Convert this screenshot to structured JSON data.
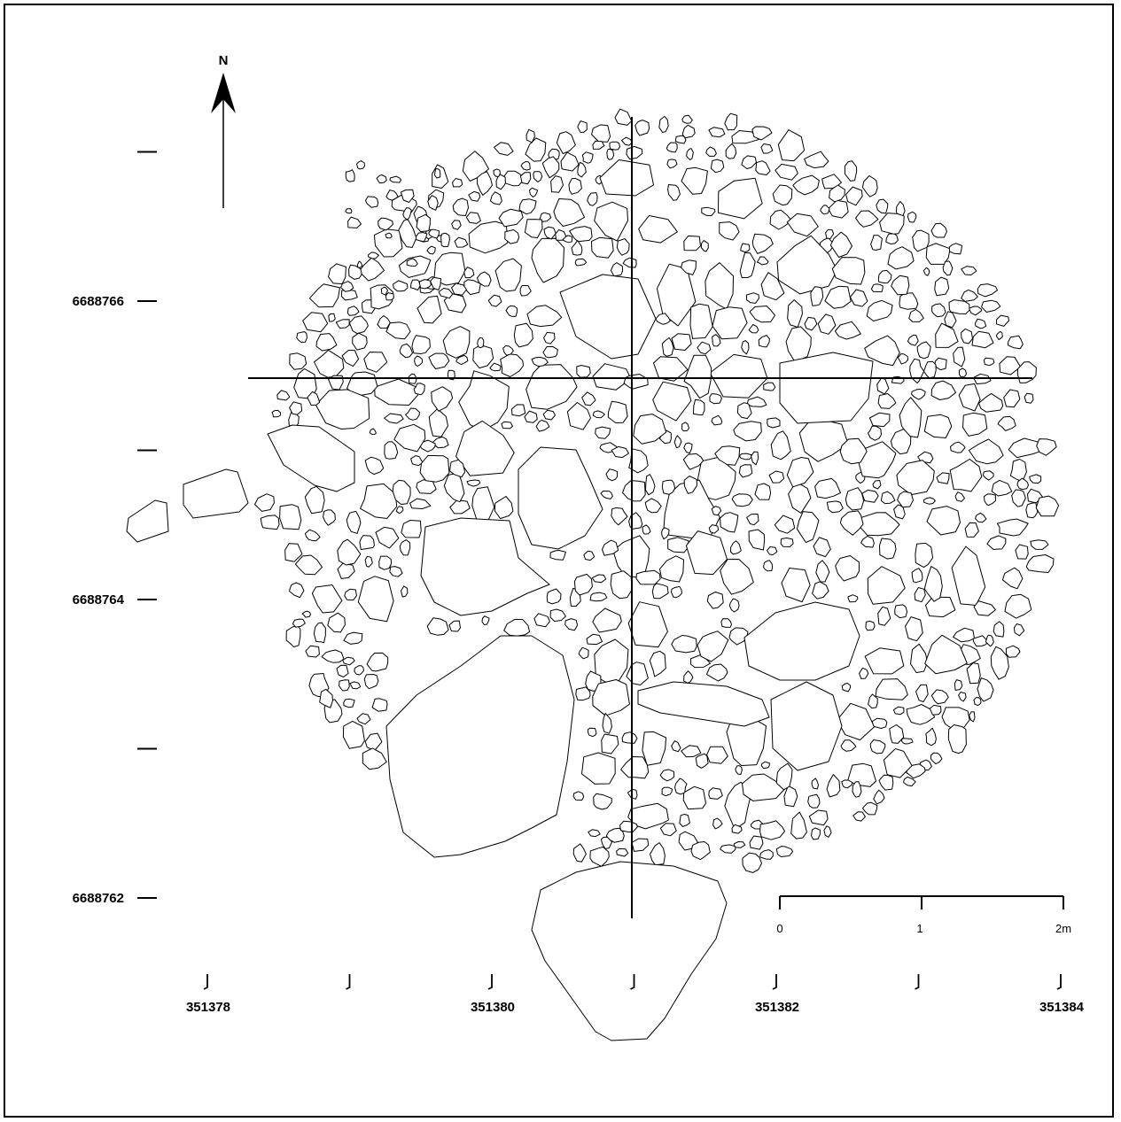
{
  "north_label": "N",
  "y_labels": [
    {
      "value": "6688766",
      "northing": 6688766
    },
    {
      "value": "6688764",
      "northing": 6688764
    },
    {
      "value": "6688762",
      "northing": 6688762
    }
  ],
  "y_unlabeled_ticks": [
    6688767,
    6688765,
    6688763
  ],
  "x_labels": [
    {
      "value": "351378",
      "easting": 351378
    },
    {
      "value": "351380",
      "easting": 351380
    },
    {
      "value": "351382",
      "easting": 351382
    },
    {
      "value": "351384",
      "easting": 351384
    }
  ],
  "x_unlabeled_ticks": [
    351379,
    351381,
    351383
  ],
  "scale_bar": {
    "labels": [
      "0",
      "1",
      "2m"
    ],
    "length_m": 2
  },
  "colors": {
    "line": "#000000",
    "background": "#ffffff"
  }
}
